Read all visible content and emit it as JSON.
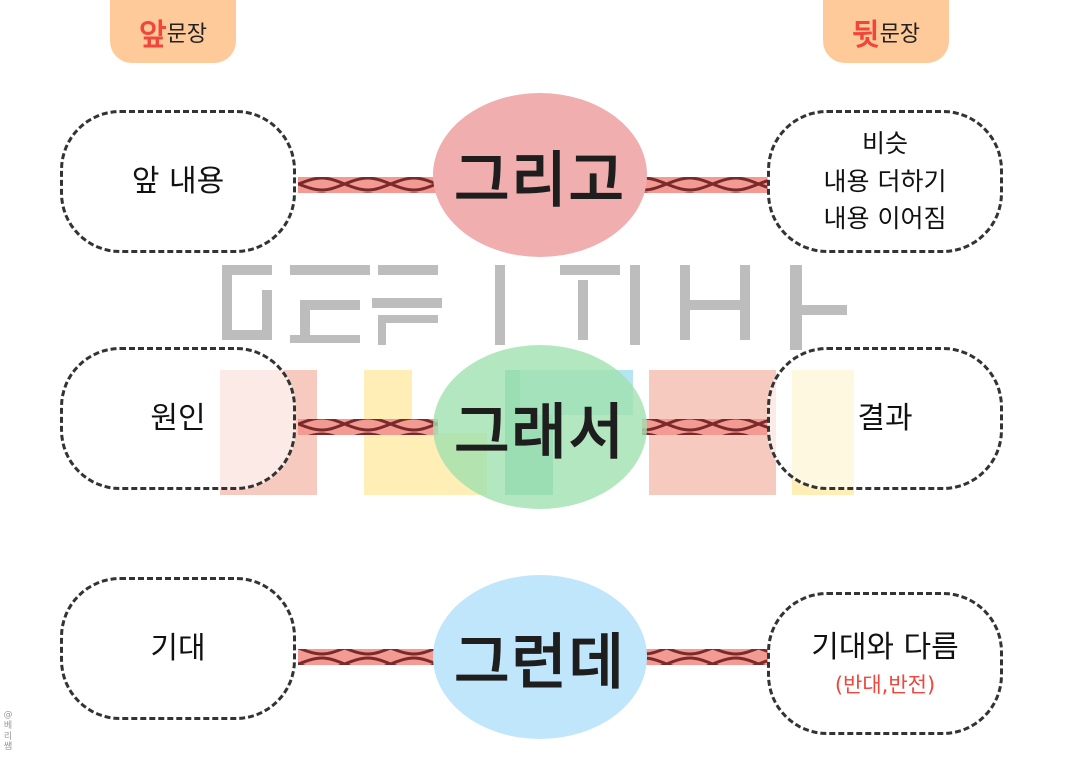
{
  "headers": {
    "left": {
      "highlight": "앞",
      "rest": "문장"
    },
    "right": {
      "highlight": "뒷",
      "rest": "문장"
    }
  },
  "rows": [
    {
      "left": "앞 내용",
      "connector": "그리고",
      "right": [
        "비슷",
        "내용 더하기",
        "내용 이어짐"
      ],
      "color": "#f0aeae"
    },
    {
      "left": "원인",
      "connector": "그래서",
      "right": [
        "결과"
      ],
      "color": "#c0ecc9"
    },
    {
      "left": "기대",
      "connector": "그런데",
      "right": [
        "기대와 다름"
      ],
      "note": "(반대,반전)",
      "color": "#c0e6fb"
    }
  ],
  "credit": "@베리쌤"
}
